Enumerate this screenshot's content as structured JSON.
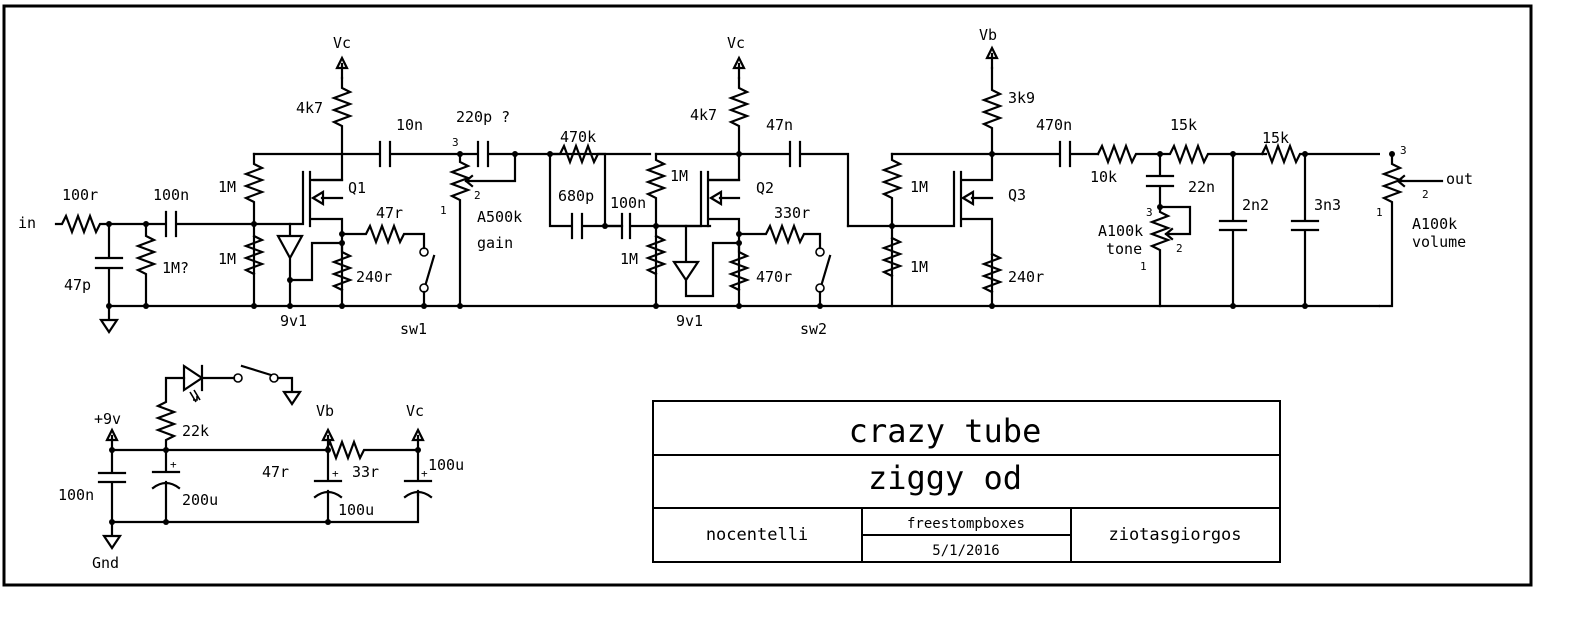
{
  "title_block": {
    "title": "crazy tube",
    "subtitle": "ziggy od",
    "designer": "nocentelli",
    "source": "freestompboxes",
    "date": "5/1/2016",
    "drawn_by": "ziotasgiorgos"
  },
  "rails": {
    "vc": "Vc",
    "vb": "Vb",
    "plus9v": "+9v",
    "gnd": "Gnd"
  },
  "input_stage": {
    "in_label": "in",
    "r_in": "100r",
    "c_in_shunt": "47p",
    "r_pulldown": "1M?",
    "c_coupling": "100n"
  },
  "stage1": {
    "q": "Q1",
    "r_drain": "4k7",
    "r_bias_top": "1M",
    "r_bias_bottom": "1M",
    "zener": "9v1",
    "r_source": "240r",
    "r_switch": "47r",
    "switch": "sw1",
    "c_out": "10n",
    "c_gain": "220p ?",
    "pot_value": "A500k",
    "pot_name": "gain",
    "pot_pin1": "1",
    "pot_pin2": "2",
    "pot_pin3": "3"
  },
  "interstage": {
    "r_series": "470k",
    "c_parallel": "680p",
    "c_coupling": "100n"
  },
  "stage2": {
    "q": "Q2",
    "r_drain": "4k7",
    "r_bias_top": "1M",
    "r_bias_bottom": "1M",
    "zener": "9v1",
    "r_source": "470r",
    "r_switch": "330r",
    "switch": "sw2",
    "c_out": "47n"
  },
  "stage3": {
    "q": "Q3",
    "r_drain": "3k9",
    "r_bias_top": "1M",
    "r_bias_bottom": "1M",
    "r_source": "240r",
    "c_out": "470n"
  },
  "tone_stack": {
    "r1": "10k",
    "c_tone": "22n",
    "pot_value": "A100k",
    "pot_name": "tone",
    "pot_pin1": "1",
    "pot_pin2": "2",
    "pot_pin3": "3",
    "r2": "15k",
    "c2": "2n2",
    "r3": "15k",
    "c3": "3n3"
  },
  "output": {
    "pot_value": "A100k",
    "pot_name": "volume",
    "pot_pin1": "1",
    "pot_pin2": "2",
    "pot_pin3": "3",
    "out_label": "out"
  },
  "power": {
    "c_filter": "100n",
    "r_led": "22k",
    "c_main": "200u",
    "r_vb": "47r",
    "c_vb": "100u",
    "r_vc": "33r",
    "c_vc": "100u",
    "plus_mark": "+"
  }
}
